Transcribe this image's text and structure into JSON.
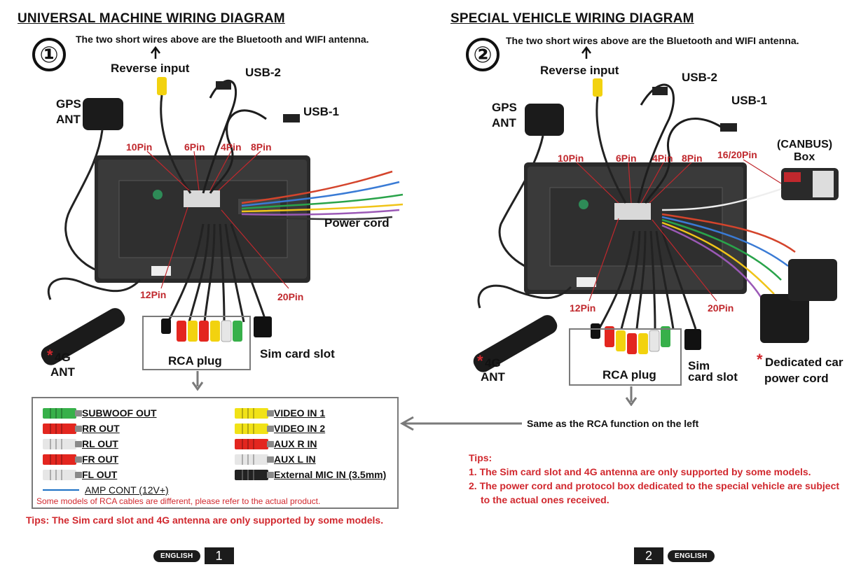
{
  "left": {
    "title": "UNIVERSAL MACHINE WIRING DIAGRAM",
    "number": "①",
    "note": "The two short wires above are the Bluetooth  and  WIFI antenna.",
    "labels": {
      "reverse": "Reverse input",
      "usb2": "USB-2",
      "usb1": "USB-1",
      "gps_1": "GPS",
      "gps_2": "ANT",
      "power": "Power cord",
      "rca": "RCA plug",
      "sim": "Sim card slot",
      "ant4g_star": "*",
      "ant4g_1": "4G",
      "ant4g_2": "ANT"
    },
    "pins": {
      "p10": "10Pin",
      "p6": "6Pin",
      "p4": "4Pin",
      "p8": "8Pin",
      "p12": "12Pin",
      "p20": "20Pin"
    }
  },
  "right": {
    "title": "SPECIAL VEHICLE WIRING DIAGRAM",
    "number": "②",
    "note": "The two short wires above are the Bluetooth  and  WIFI antenna.",
    "labels": {
      "reverse": "Reverse input",
      "usb2": "USB-2",
      "usb1": "USB-1",
      "gps_1": "GPS",
      "gps_2": "ANT",
      "canbus_1": "(CANBUS)",
      "canbus_2": "Box",
      "rca": "RCA plug",
      "sim_1": "Sim",
      "sim_2": "card slot",
      "ant4g_star": "*",
      "ant4g_1": "4G",
      "ant4g_2": "ANT",
      "dedicated_star": "*",
      "dedicated_1": "Dedicated car",
      "dedicated_2": "power cord"
    },
    "pins": {
      "p10": "10Pin",
      "p6": "6Pin",
      "p4": "4Pin",
      "p8": "8Pin",
      "p1620": "16/20Pin",
      "p12": "12Pin",
      "p20": "20Pin"
    },
    "same_note": "Same as the RCA function on the left",
    "tips_title": "Tips:",
    "tips": [
      "1. The Sim card slot and 4G antenna are only supported by some models.",
      "2. The power cord and protocol box dedicated to the special vehicle are subject",
      "to the actual ones received."
    ]
  },
  "legend": {
    "left_items": [
      {
        "label": "SUBWOOF OUT ",
        "color": "#37b04a"
      },
      {
        "label": "RR OUT",
        "color": "#e3261f"
      },
      {
        "label": "RL OUT",
        "color": "#e6e6e6"
      },
      {
        "label": "FR OUT",
        "color": "#e3261f"
      },
      {
        "label": "FL OUT",
        "color": "#e6e6e6"
      }
    ],
    "amp": "AMP CONT (12V+)",
    "amp_color": "#1a6fc4",
    "right_items": [
      {
        "label": "VIDEO IN 1",
        "color": "#f1e217"
      },
      {
        "label": "VIDEO IN 2",
        "color": "#f1e217"
      },
      {
        "label": "AUX R IN",
        "color": "#e3261f"
      },
      {
        "label": "AUX L IN",
        "color": "#e6e6e6"
      },
      {
        "label": "External MIC IN (3.5mm)",
        "color": "#222222"
      }
    ],
    "footnote": "Some models of RCA cables are different, please refer to the actual product."
  },
  "left_tips": "Tips: The Sim card slot and 4G antenna are only supported by some models.",
  "footer": {
    "left_lang": "ENGLISH",
    "left_page": "1",
    "right_page": "2",
    "right_lang": "ENGLISH"
  },
  "colors": {
    "accent_red": "#d1282e",
    "dark": "#1c1c1c",
    "box_gray": "#7a7a7a"
  }
}
